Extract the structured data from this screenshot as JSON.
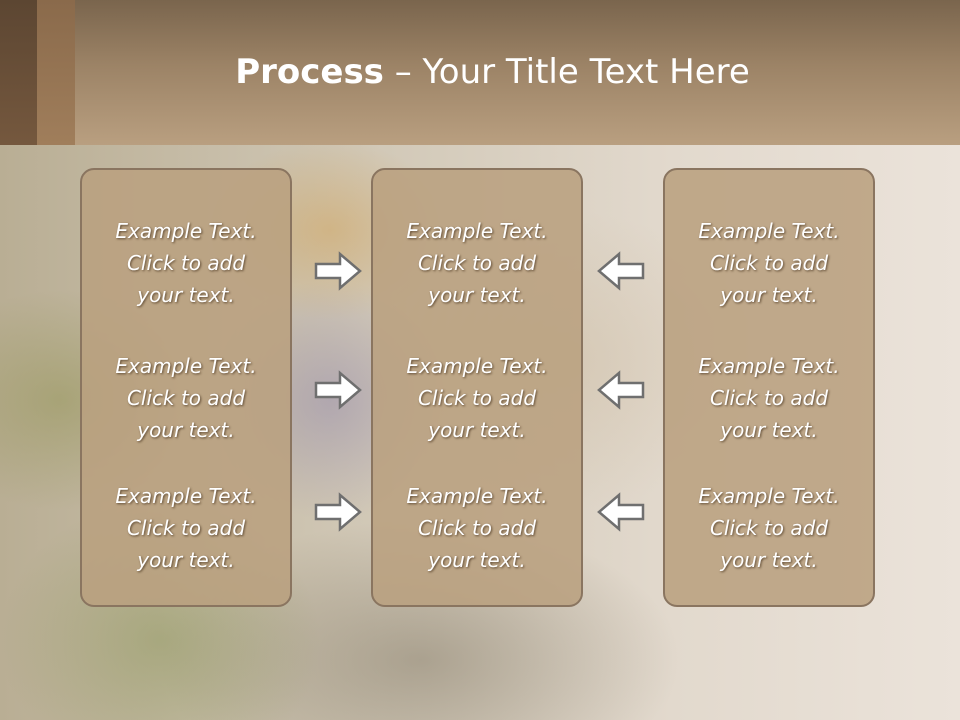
{
  "slide": {
    "title_bold": "Process",
    "title_rest": " – Your Title Text Here"
  },
  "columns": [
    {
      "items": [
        {
          "line1": "Example Text.",
          "line2": "Click  to add",
          "line3": "your text."
        },
        {
          "line1": "Example Text.",
          "line2": "Click  to add",
          "line3": "your text."
        },
        {
          "line1": "Example Text.",
          "line2": "Click  to add",
          "line3": "your text."
        }
      ]
    },
    {
      "items": [
        {
          "line1": "Example Text.",
          "line2": "Click  to add",
          "line3": "your text."
        },
        {
          "line1": "Example Text.",
          "line2": "Click  to add",
          "line3": "your text."
        },
        {
          "line1": "Example Text.",
          "line2": "Click  to add",
          "line3": "your text."
        }
      ]
    },
    {
      "items": [
        {
          "line1": "Example Text.",
          "line2": "Click  to add",
          "line3": "your text."
        },
        {
          "line1": "Example Text.",
          "line2": "Click  to add",
          "line3": "your text."
        },
        {
          "line1": "Example Text.",
          "line2": "Click  to add",
          "line3": "your text."
        }
      ]
    }
  ],
  "arrows": {
    "left_group": [
      "arrow-right-icon",
      "arrow-right-icon",
      "arrow-right-icon"
    ],
    "right_group": [
      "arrow-left-icon",
      "arrow-left-icon",
      "arrow-left-icon"
    ]
  },
  "colors": {
    "title_band": "#9c8366",
    "box_fill": "#baa080",
    "box_border": "#8a7560",
    "text": "#ffffff"
  }
}
